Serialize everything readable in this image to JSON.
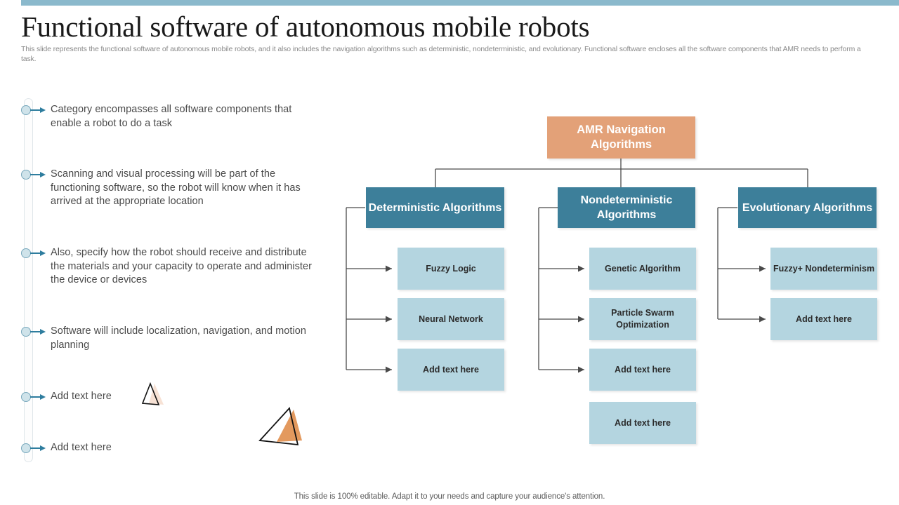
{
  "slide": {
    "title": "Functional software of autonomous mobile robots",
    "subtitle": "This slide represents the functional software of autonomous mobile robots, and it also includes the navigation algorithms such as deterministic, nondeterministic, and evolutionary. Functional software encloses all the software components that AMR needs to perform a task.",
    "footer_note": "This slide is 100% editable. Adapt it to your needs and capture your audience's attention."
  },
  "colors": {
    "top_bar": "#8bb9cc",
    "root_box": "#e3a178",
    "header_box": "#3d7f9a",
    "leaf_box": "#b4d5e0",
    "bullet_dot_fill": "#cfe3ea",
    "bullet_dot_stroke": "#79a9bd",
    "arrow": "#2e7d9e",
    "connector": "#4a4a4a",
    "triangle_fill": "#e3995e",
    "triangle_fill_light": "#f7e2d5"
  },
  "bullets": [
    {
      "text": "Category encompasses all software components that enable a robot to do a task"
    },
    {
      "text": "Scanning and visual processing will be part of the functioning software, so the robot will know when it has arrived at the appropriate location"
    },
    {
      "text": "Also, specify how the robot should receive and distribute the materials and your capacity to operate and administer the device or devices"
    },
    {
      "text": "Software will include localization, navigation, and motion planning"
    },
    {
      "text": "Add text here"
    },
    {
      "text": "Add text here"
    }
  ],
  "diagram": {
    "root": {
      "label": "AMR Navigation Algorithms"
    },
    "branches": [
      {
        "header": "Deterministic Algorithms",
        "leaves": [
          {
            "label": "Fuzzy Logic",
            "has_arrow": true
          },
          {
            "label": "Neural Network",
            "has_arrow": true
          },
          {
            "label": "Add text here",
            "has_arrow": true
          }
        ]
      },
      {
        "header": "Nondeterministic Algorithms",
        "leaves": [
          {
            "label": "Genetic Algorithm",
            "has_arrow": true
          },
          {
            "label": "Particle Swarm Optimization",
            "has_arrow": true
          },
          {
            "label": "Add text here",
            "has_arrow": true
          },
          {
            "label": "Add text here",
            "has_arrow": false
          }
        ]
      },
      {
        "header": "Evolutionary Algorithms",
        "leaves": [
          {
            "label": "Fuzzy+ Nondeterminism",
            "has_arrow": true
          },
          {
            "label": "Add text here",
            "has_arrow": true
          }
        ]
      }
    ]
  }
}
